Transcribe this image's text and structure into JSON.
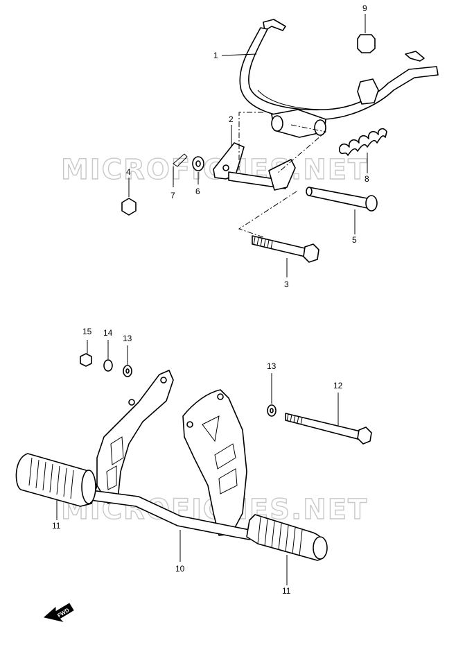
{
  "watermark": {
    "top": "MICROFICHES.NET",
    "bottom": "MICROFICHES.NET"
  },
  "callouts": {
    "p1": "1",
    "p2": "2",
    "p3": "3",
    "p4": "4",
    "p5": "5",
    "p6": "6",
    "p7": "7",
    "p8": "8",
    "p9": "9",
    "p10": "10",
    "p11a": "11",
    "p11b": "11",
    "p12": "12",
    "p13a": "13",
    "p13b": "13",
    "p14": "14",
    "p15": "15"
  },
  "fwd_label": "FWD"
}
